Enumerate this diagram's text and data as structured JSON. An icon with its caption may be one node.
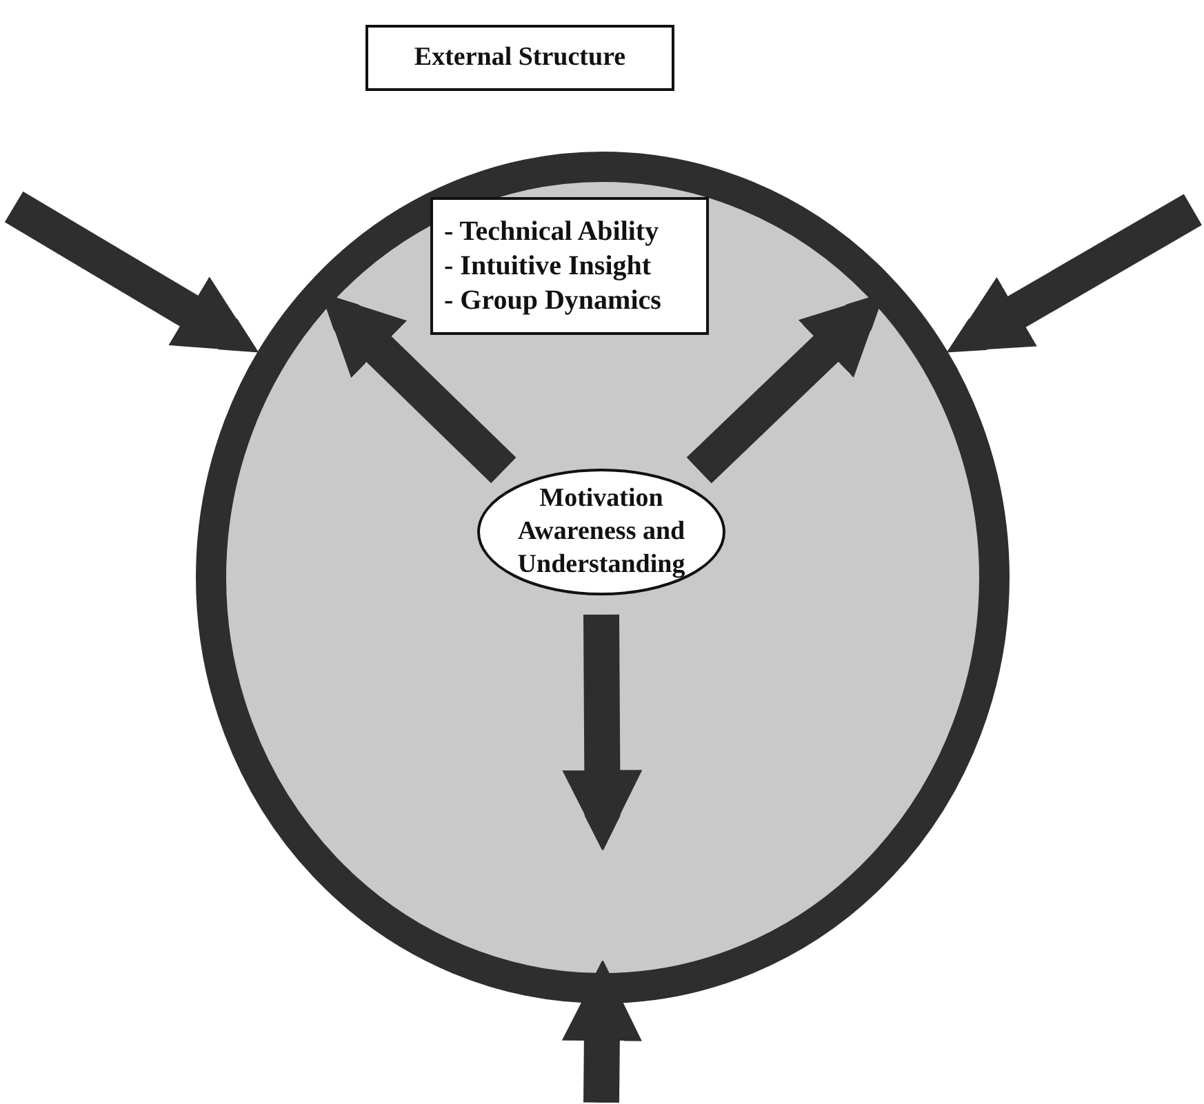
{
  "diagram": {
    "nodes": [
      {
        "text": [
          "External Structure"
        ]
      },
      {
        "text": [],
        "shape": "circle"
      },
      {
        "text": [
          "- Technical Ability",
          "- Intuitive Insight",
          "- Group Dynamics"
        ],
        "in": 1
      },
      {
        "text": [
          "Motivation Awareness and Understanding"
        ],
        "in": 1
      }
    ],
    "edges": [
      {
        "from": null,
        "to": 1,
        "arrow": "to"
      },
      {
        "from": null,
        "to": 1,
        "arrow": "to"
      },
      {
        "from": 3,
        "to": 1,
        "arrow": "to"
      },
      {
        "from": 3,
        "to": 1,
        "arrow": "to"
      },
      {
        "from": 3,
        "to": 1,
        "arrow": "to"
      },
      {
        "from": null,
        "to": 1,
        "arrow": "to"
      }
    ]
  }
}
